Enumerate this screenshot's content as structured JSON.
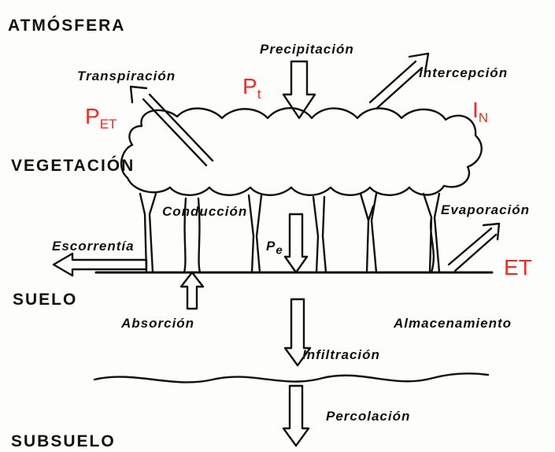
{
  "zones": {
    "atmosphere": "ATMÓSFERA",
    "vegetation": "VEGETACIÓN",
    "soil": "SUELO",
    "subsoil": "SUBSUELO"
  },
  "processes": {
    "precipitation": "Precipitación",
    "transpiration": "Transpiración",
    "interception": "Intercepción",
    "conduction": "Conducción",
    "evaporation": "Evaporación",
    "runoff": "Escorrentía",
    "absorption": "Absorción",
    "storage": "Almacenamiento",
    "infiltration": "Infiltración",
    "percolation": "Percolación"
  },
  "symbols": {
    "pt_main": "P",
    "pt_sub": "t",
    "pet_main": "P",
    "pet_sub": "ET",
    "in_main": "I",
    "in_sub": "N",
    "et": "ET",
    "pe_main": "P",
    "pe_sub": "e"
  },
  "colors": {
    "ink": "#111111",
    "annotation_red": "#ee2b24",
    "background": "#fdfdfc"
  }
}
